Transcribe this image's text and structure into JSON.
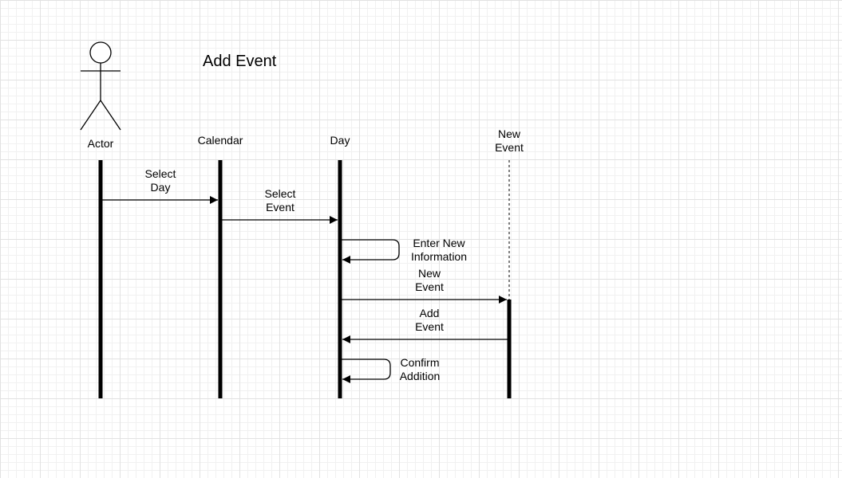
{
  "diagram": {
    "title": "Add Event",
    "participants": {
      "actor": "Actor",
      "calendar": "Calendar",
      "day": "Day",
      "new_event": "New\nEvent"
    },
    "messages": [
      {
        "from": "Actor",
        "to": "Calendar",
        "label": "Select\nDay"
      },
      {
        "from": "Calendar",
        "to": "Day",
        "label": "Select\nEvent"
      },
      {
        "from": "Day",
        "to": "Day",
        "label": "Enter New\nInformation"
      },
      {
        "from": "Day",
        "to": "New Event",
        "label": "New\nEvent"
      },
      {
        "from": "New Event",
        "to": "Day",
        "label": "Add\nEvent"
      },
      {
        "from": "Day",
        "to": "Day",
        "label": "Confirm\nAddition"
      }
    ]
  }
}
